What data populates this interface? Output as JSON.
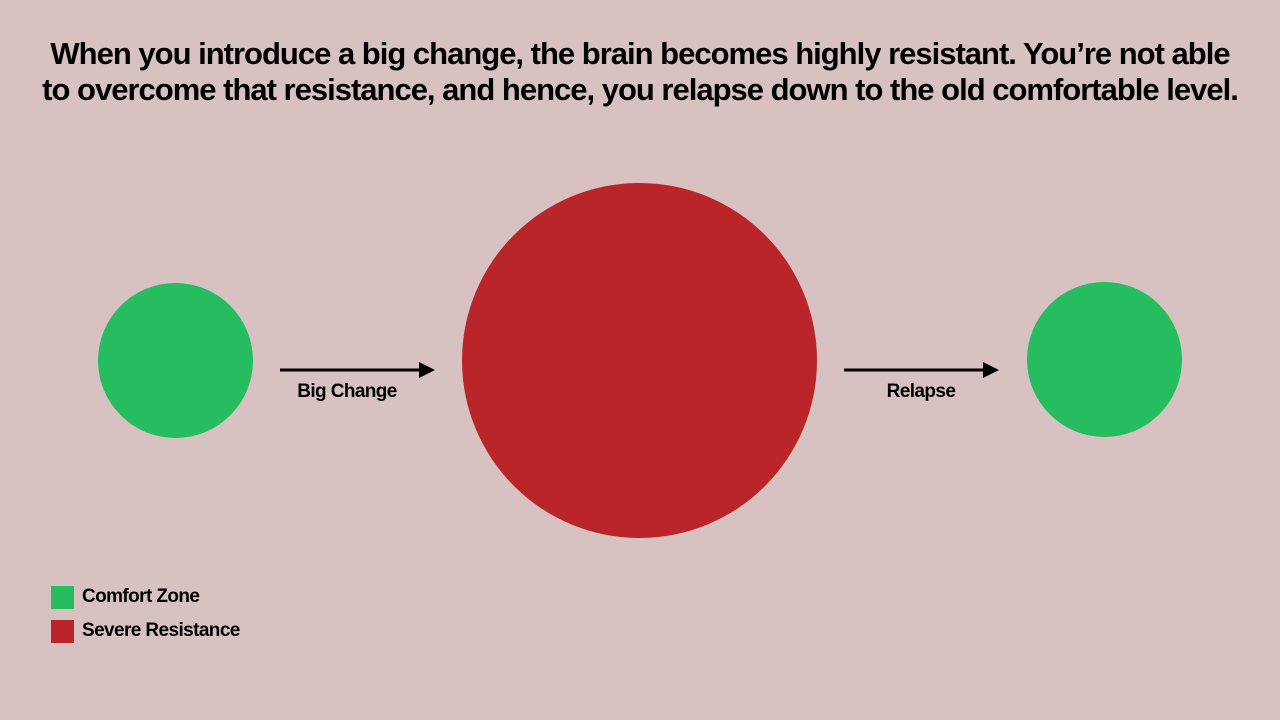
{
  "headline": "When you introduce a big change, the brain becomes highly resistant. You’re not able to overcome that resistance, and hence, you relapse down to the old comfortable level.",
  "colors": {
    "background": "#d7c1c1",
    "comfort": "#26bd61",
    "resistance": "#b92528",
    "arrow": "#000000"
  },
  "arrows": [
    {
      "label": "Big Change"
    },
    {
      "label": "Relapse"
    }
  ],
  "legend": [
    {
      "label": "Comfort Zone",
      "color": "#26bd61"
    },
    {
      "label": "Severe Resistance",
      "color": "#b92528"
    }
  ]
}
